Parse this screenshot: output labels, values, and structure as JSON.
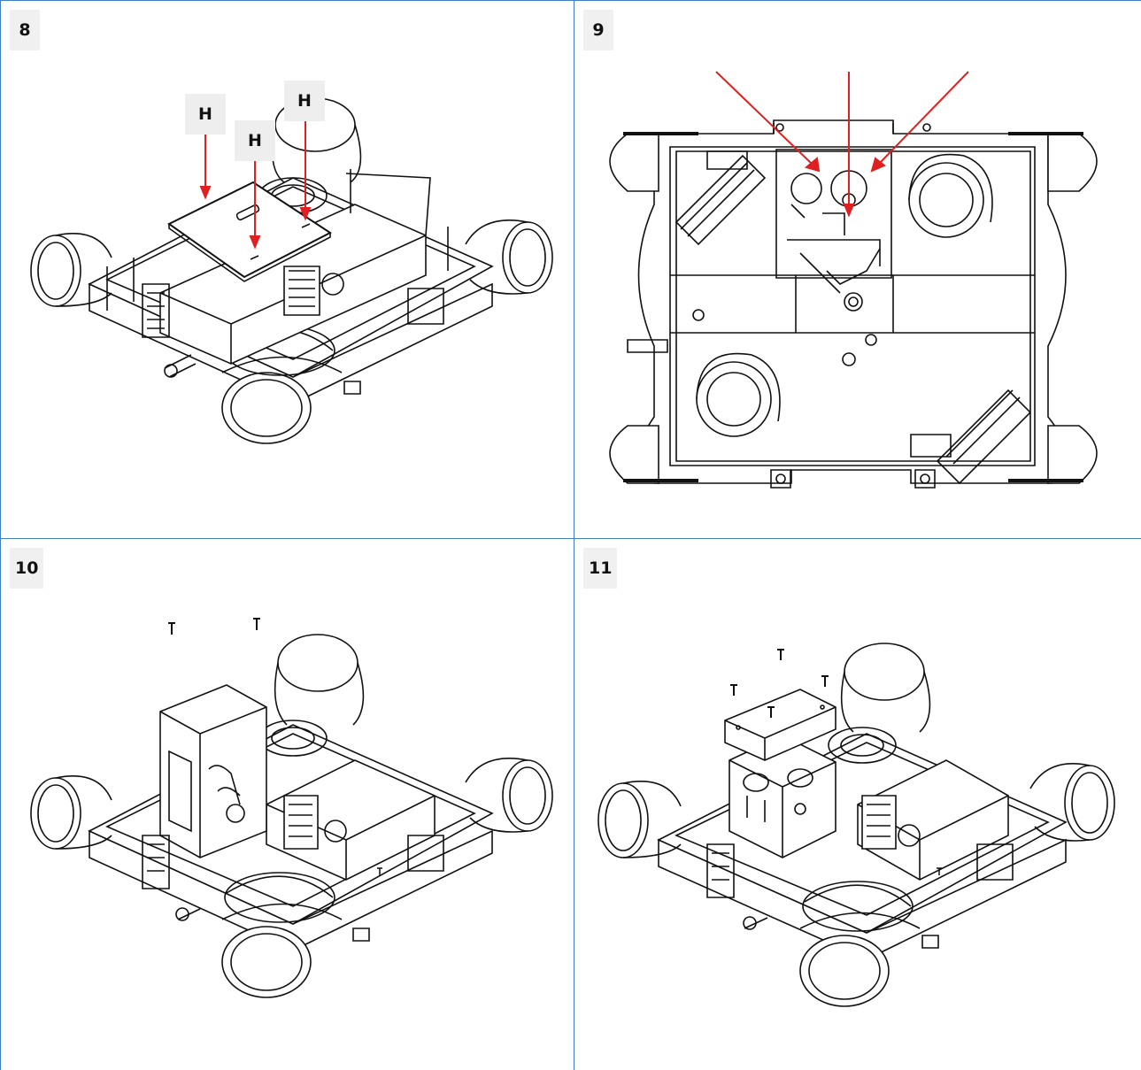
{
  "panels": [
    {
      "step": "8",
      "callouts": [
        "H",
        "H",
        "H"
      ]
    },
    {
      "step": "9"
    },
    {
      "step": "10"
    },
    {
      "step": "11"
    }
  ],
  "colors": {
    "grid_line": "#3f7fc0",
    "arrow": "#e02020",
    "badge_bg": "#f0f0f0",
    "ink": "#111111"
  }
}
